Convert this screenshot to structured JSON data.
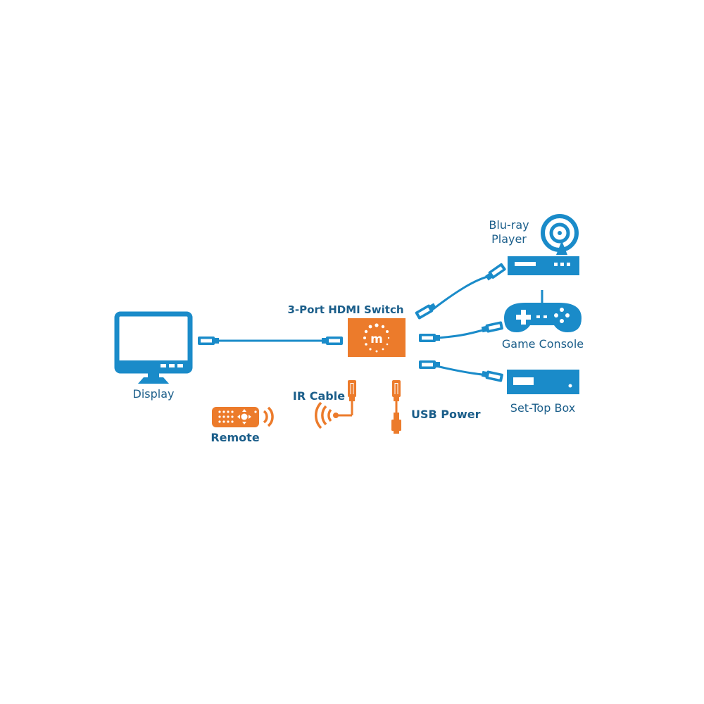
{
  "colors": {
    "blue": "#1a8bc9",
    "orange": "#ec7b2b",
    "label_blue": "#1b5e8a",
    "white": "#ffffff"
  },
  "switch": {
    "title": "3-Port HDMI Switch",
    "logo_letter": "m",
    "icon": "hdmi-switch-icon"
  },
  "display": {
    "label": "Display",
    "icon": "monitor-icon"
  },
  "remote": {
    "label": "Remote",
    "icon": "remote-control-icon"
  },
  "ir_cable": {
    "label": "IR Cable",
    "icon": "ir-receiver-icon"
  },
  "usb_power": {
    "label": "USB Power",
    "icon": "usb-plug-icon"
  },
  "bluray": {
    "label_line1": "Blu-ray",
    "label_line2": "Player",
    "icon": "bluray-player-icon"
  },
  "game_console": {
    "label": "Game Console",
    "icon": "gamepad-icon"
  },
  "settop": {
    "label": "Set-Top Box",
    "icon": "settop-box-icon"
  }
}
